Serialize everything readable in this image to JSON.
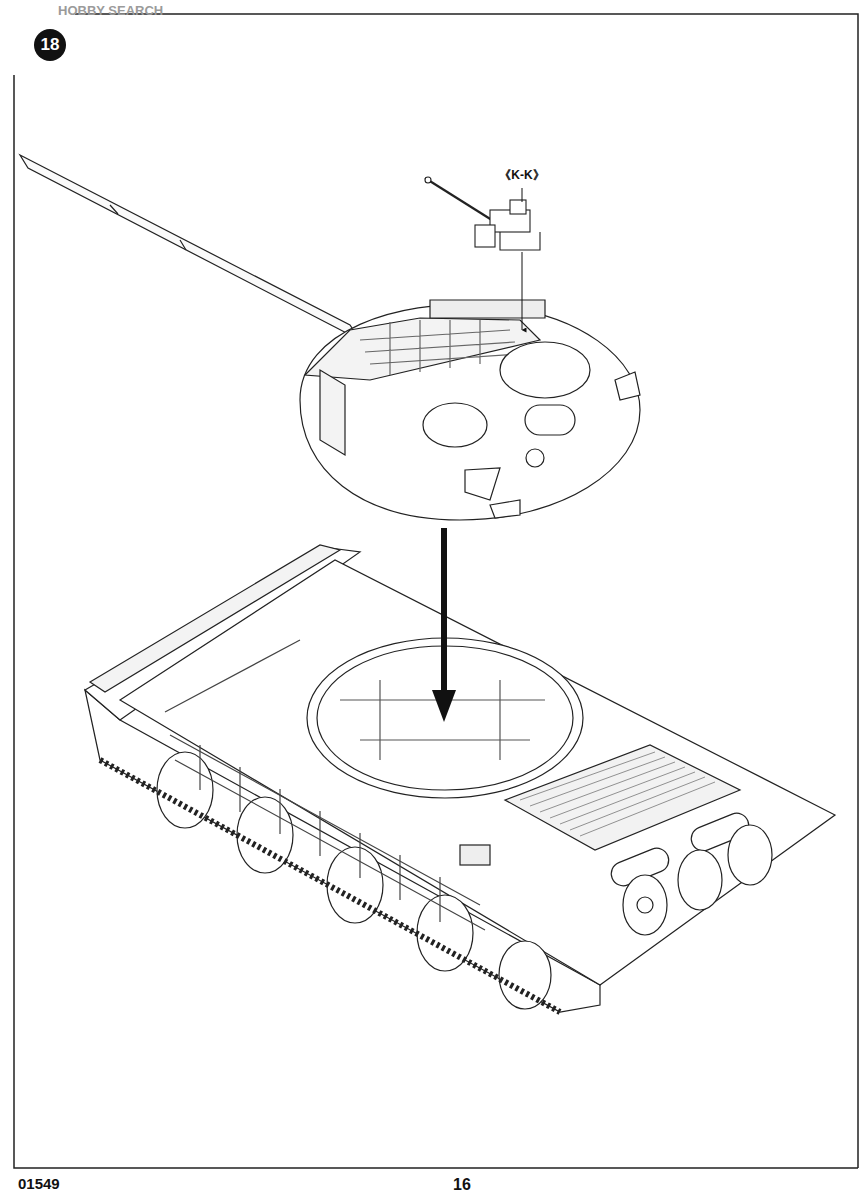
{
  "diagram": {
    "labels": [
      "HOBBY SEARCH",
      "18",
      "《K-K》",
      "01549",
      "16"
    ]
  }
}
